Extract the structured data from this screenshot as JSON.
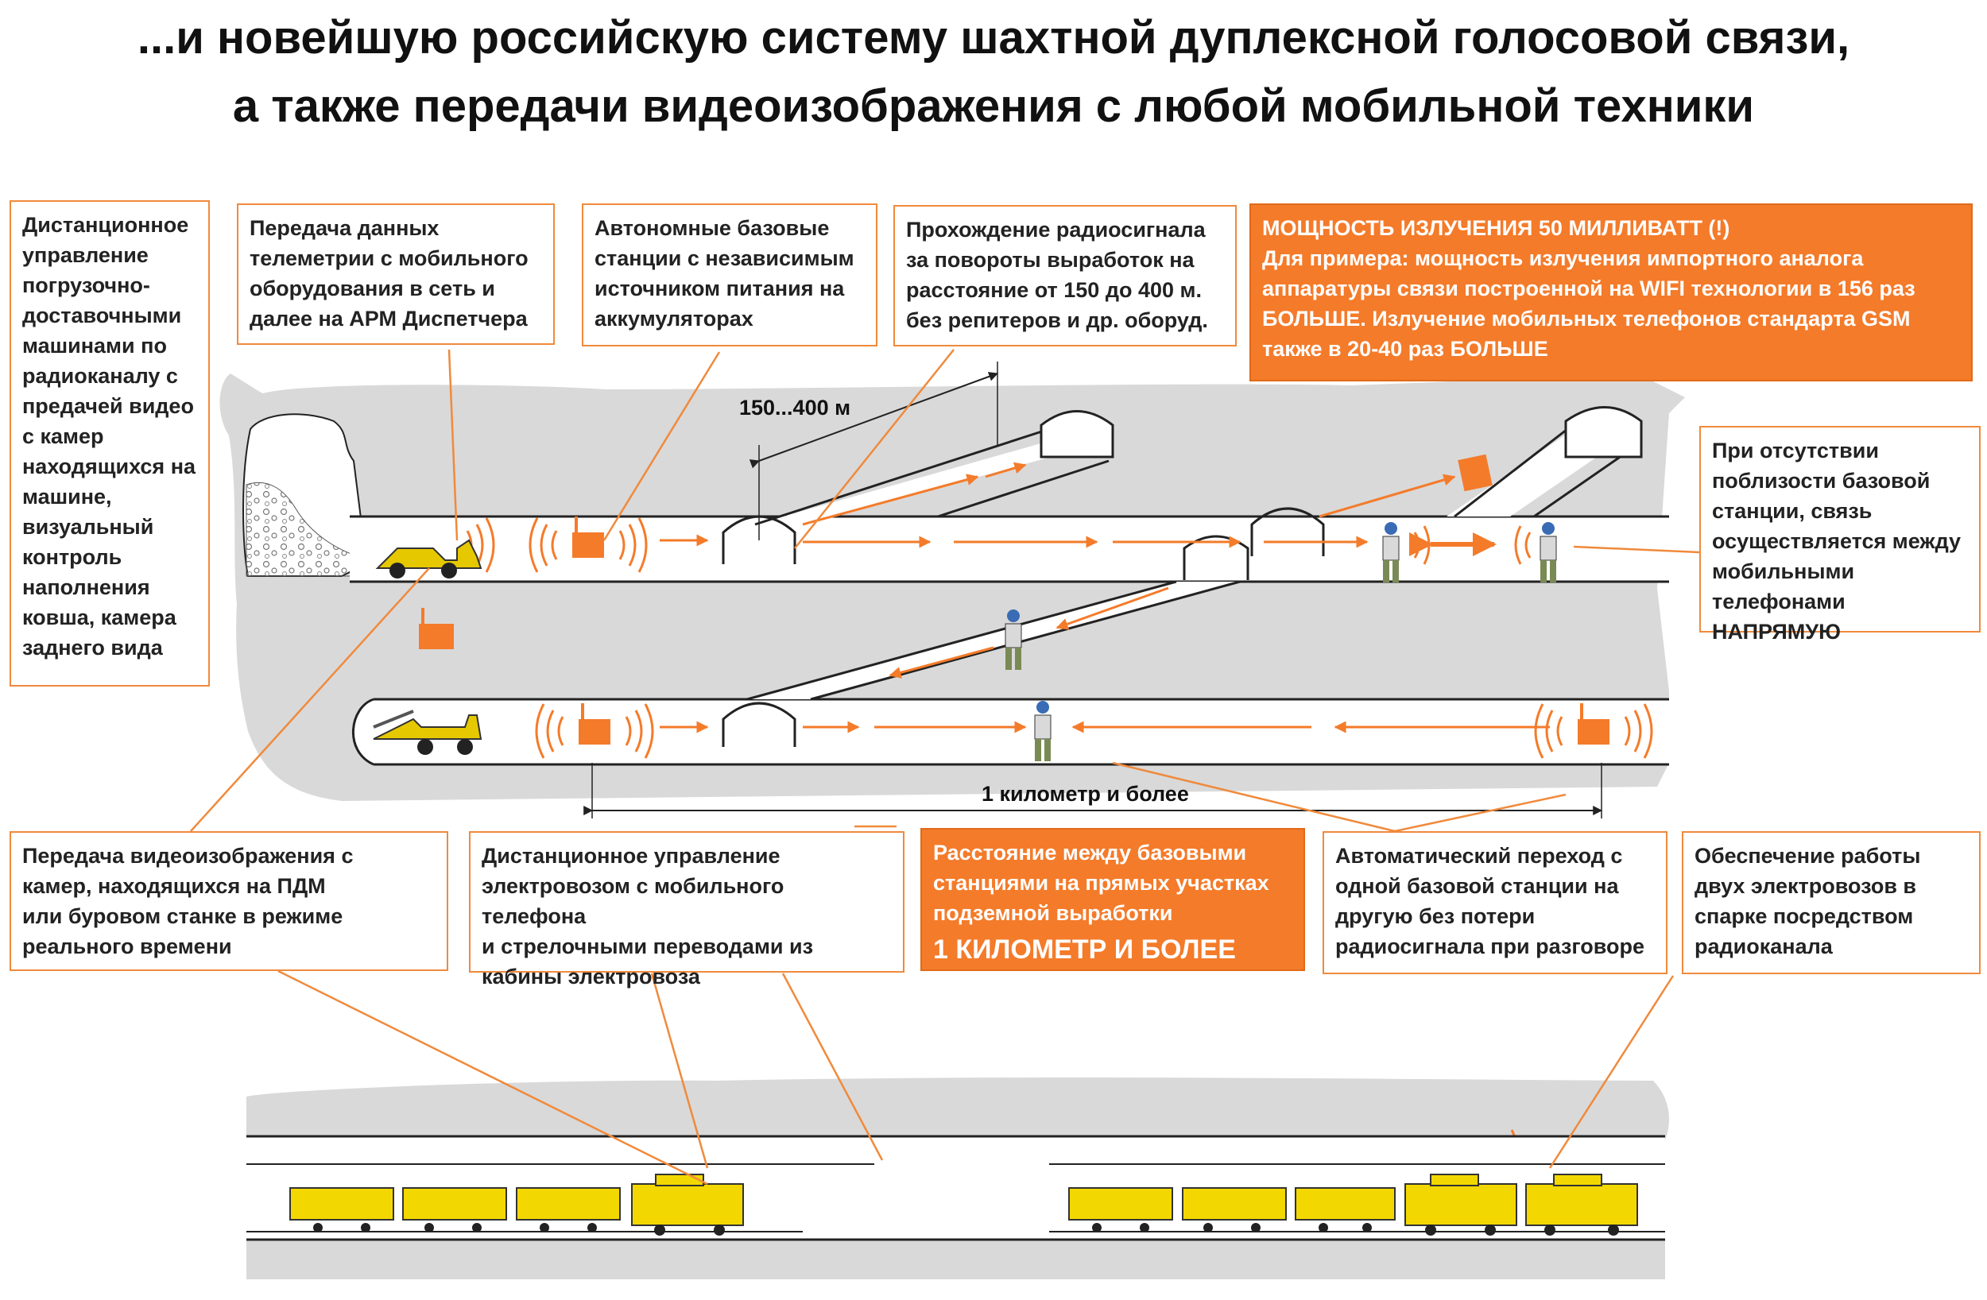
{
  "title": {
    "line1": "...и новейшую российскую систему шахтной дуплексной голосовой связи,",
    "line2": "а также передачи видеоизображения с любой мобильной техники"
  },
  "callouts": {
    "remote_control": "Дистанционное\nуправление\nпогрузочно-\nдоставочными\nмашинами по\nрадиоканалу с\nпредачей видео\nс камер\nнаходящихся на\nмашине,\nвизуальный\nконтроль\nнаполнения\nковша, камера\nзаднего вида",
    "telemetry": "Передача данных\nтелеметрии с мобильного\nоборудования в сеть и\nдалее на АРМ Диспетчера",
    "autonomous": "Автономные базовые\nстанции с независимым\nисточником питания на\nаккумуляторах",
    "signal_pass": "Прохождение радиосигнала\nза повороты выработок на\nрасстояние от 150 до 400 м.\nбез репитеров и др. оборуд.",
    "power_head": "МОЩНОСТЬ ИЗЛУЧЕНИЯ 50 МИЛЛИВАТТ (!)",
    "power_body": "Для примера: мощность излучения импортного аналога\nаппаратуры связи построенной на WIFI технологии в 156 раз\nБОЛЬШЕ. Излучение мобильных телефонов стандарта GSM\nтакже в 20-40 раз БОЛЬШЕ",
    "direct": "При отсутствии\nпоблизости базовой\nстанции, связь\nосуществляется между\nмобильными\nтелефонами НАПРЯМУЮ",
    "video": "Передача видеоизображения с\nкамер, находящихся на ПДМ\nили буровом станке в режиме\nреального времени",
    "loco_control": "Дистанционное управление\nэлектровозом с мобильного телефона\nи стрелочными переводами из\nкабины электровоза",
    "distance_text": "Расстояние между базовыми\nстанциями на прямых участках\nподземной выработки",
    "distance_big": "1 КИЛОМЕТР И БОЛЕЕ",
    "handover": "Автоматический переход с\nодной базовой станции на\nдругую без потери\nрадиосигнала при разговоре",
    "pair": "Обеспечение работы\nдвух электровозов в\nспарке посредством\nрадиоканала"
  },
  "dimensions": {
    "turn": "150...400 м",
    "straight": "1 километр и более"
  },
  "colors": {
    "accent": "#f47b2a",
    "rock": "#d9d9d9",
    "vehicle": "#f2d800"
  }
}
